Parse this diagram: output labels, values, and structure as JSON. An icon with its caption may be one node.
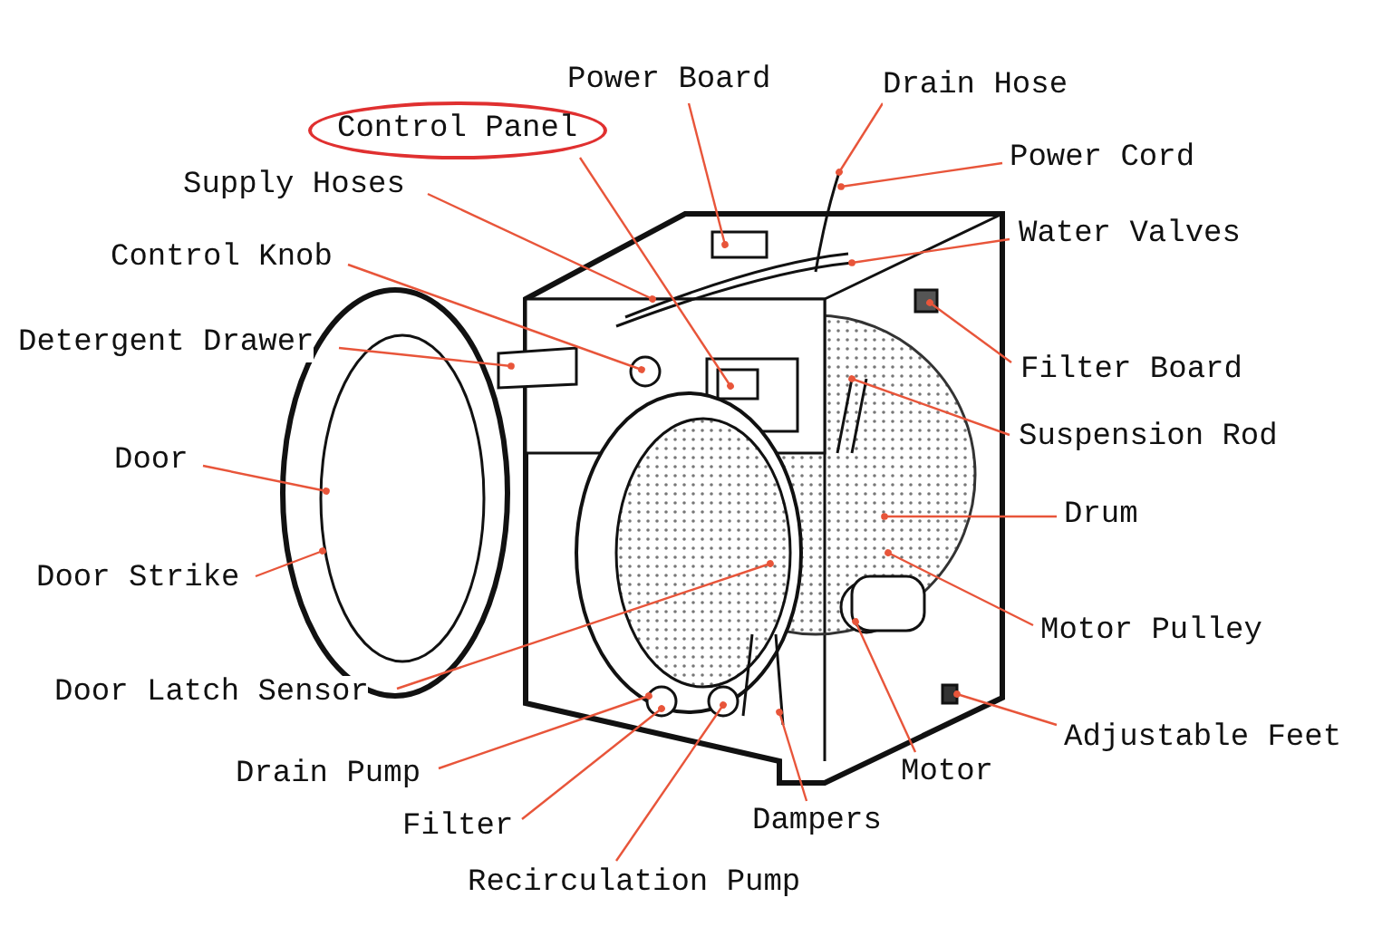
{
  "diagram": {
    "nodes": [
      {
        "text": [
          "Power Board"
        ]
      },
      {
        "text": [
          "Drain Hose"
        ]
      },
      {
        "text": [
          "Control Panel"
        ]
      },
      {
        "text": [
          "Power Cord"
        ]
      },
      {
        "text": [
          "Supply Hoses"
        ]
      },
      {
        "text": [
          "Water Valves"
        ]
      },
      {
        "text": [
          "Control Knob"
        ]
      },
      {
        "text": [
          "Detergent Drawer"
        ]
      },
      {
        "text": [
          "Filter Board"
        ]
      },
      {
        "text": [
          "Suspension Rod"
        ]
      },
      {
        "text": [
          "Door"
        ]
      },
      {
        "text": [
          "Drum"
        ]
      },
      {
        "text": [
          "Door Strike"
        ]
      },
      {
        "text": [
          "Motor Pulley"
        ]
      },
      {
        "text": [
          "Door Latch Sensor"
        ]
      },
      {
        "text": [
          "Adjustable Feet"
        ]
      },
      {
        "text": [
          "Drain Pump"
        ]
      },
      {
        "text": [
          "Motor"
        ]
      },
      {
        "text": [
          "Filter"
        ]
      },
      {
        "text": [
          "Dampers"
        ]
      },
      {
        "text": [
          "Recirculation Pump"
        ]
      }
    ],
    "edges": [
      {
        "from": 0,
        "to": null,
        "arrow": "other"
      },
      {
        "from": 1,
        "to": null,
        "arrow": "other"
      },
      {
        "from": 2,
        "to": null,
        "arrow": "other"
      },
      {
        "from": 3,
        "to": null,
        "arrow": "other"
      },
      {
        "from": 4,
        "to": null,
        "arrow": "other"
      },
      {
        "from": 5,
        "to": null,
        "arrow": "other"
      },
      {
        "from": 6,
        "to": null,
        "arrow": "other"
      },
      {
        "from": 7,
        "to": null,
        "arrow": "other"
      },
      {
        "from": 8,
        "to": null,
        "arrow": "other"
      },
      {
        "from": 9,
        "to": null,
        "arrow": "other"
      },
      {
        "from": 10,
        "to": null,
        "arrow": "other"
      },
      {
        "from": 11,
        "to": null,
        "arrow": "other"
      },
      {
        "from": 12,
        "to": null,
        "arrow": "other"
      },
      {
        "from": 13,
        "to": null,
        "arrow": "other"
      },
      {
        "from": 14,
        "to": null,
        "arrow": "other"
      },
      {
        "from": 15,
        "to": null,
        "arrow": "other"
      },
      {
        "from": 16,
        "to": null,
        "arrow": "other"
      },
      {
        "from": 17,
        "to": null,
        "arrow": "other"
      },
      {
        "from": 18,
        "to": null,
        "arrow": "other"
      },
      {
        "from": 19,
        "to": null,
        "arrow": "other"
      },
      {
        "from": 20,
        "to": null,
        "arrow": "other"
      }
    ]
  }
}
